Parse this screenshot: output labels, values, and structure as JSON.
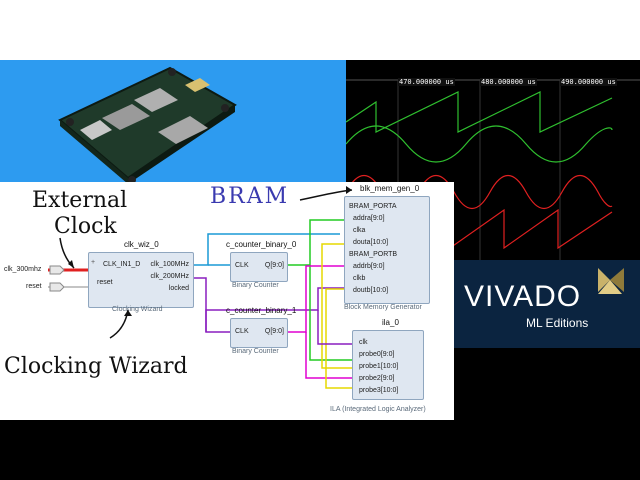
{
  "waveform": {
    "ticks": [
      "470.000000 us",
      "480.000000 us",
      "490.000000 us"
    ]
  },
  "annotations": {
    "external_clock_line1": "External",
    "external_clock_line2": "Clock",
    "bram": "BRAM",
    "clocking_wizard": "Clocking Wizard"
  },
  "ports": {
    "clk": "clk_300mhz",
    "reset": "reset"
  },
  "clk_wiz": {
    "instance": "clk_wiz_0",
    "in_port": "CLK_IN1_D",
    "reset_port": "reset",
    "out1": "clk_100MHz",
    "out2": "clk_200MHz",
    "locked": "locked",
    "caption": "Clocking Wizard"
  },
  "counter0": {
    "instance": "c_counter_binary_0",
    "clk": "CLK",
    "q": "Q[9:0]",
    "caption": "Binary Counter"
  },
  "counter1": {
    "instance": "c_counter_binary_1",
    "clk": "CLK",
    "q": "Q[9:0]",
    "caption": "Binary Counter"
  },
  "bram": {
    "instance": "blk_mem_gen_0",
    "porta": "BRAM_PORTA",
    "addra": "addra[9:0]",
    "clka": "clka",
    "douta": "douta[10:0]",
    "portb": "BRAM_PORTB",
    "addrb": "addrb[9:0]",
    "clkb": "clkb",
    "doutb": "doutb[10:0]",
    "caption": "Block Memory Generator"
  },
  "ila": {
    "instance": "ila_0",
    "clk": "clk",
    "probe0": "probe0[9:0]",
    "probe1": "probe1[10:0]",
    "probe2": "probe2[9:0]",
    "probe3": "probe3[10:0]",
    "caption": "ILA (Integrated Logic Analyzer)"
  },
  "logo": {
    "brand": "VIVADO",
    "sub": "ML Editions"
  },
  "colors": {
    "wire_clk100": "#1a9ad6",
    "wire_clk200": "#8a1fbf",
    "wire_green": "#22cc22",
    "wire_yellow": "#e6d800",
    "wire_magenta": "#e000d0",
    "trace_green": "#2fbf2f",
    "trace_red": "#e02020"
  }
}
